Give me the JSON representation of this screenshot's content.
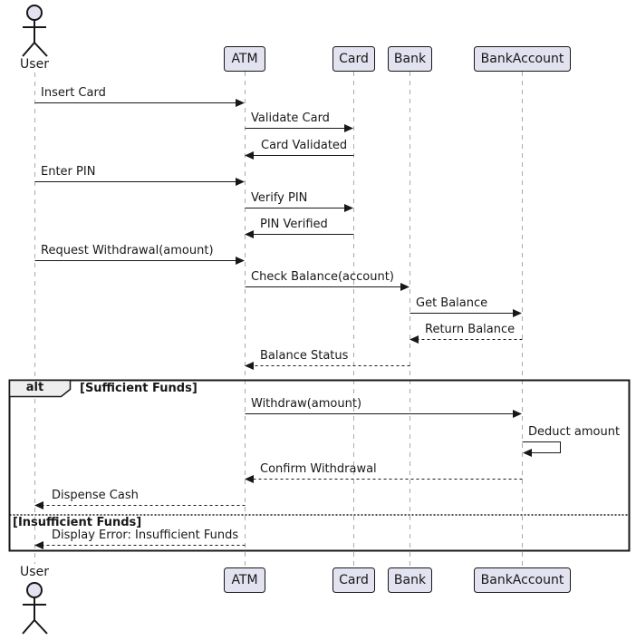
{
  "diagram": {
    "type": "uml-sequence",
    "participants": [
      {
        "name": "User",
        "kind": "actor"
      },
      {
        "name": "ATM",
        "kind": "participant"
      },
      {
        "name": "Card",
        "kind": "participant"
      },
      {
        "name": "Bank",
        "kind": "participant"
      },
      {
        "name": "BankAccount",
        "kind": "participant"
      }
    ],
    "messages": [
      {
        "from": "User",
        "to": "ATM",
        "label": "Insert Card",
        "line": "solid"
      },
      {
        "from": "ATM",
        "to": "Card",
        "label": "Validate Card",
        "line": "solid"
      },
      {
        "from": "Card",
        "to": "ATM",
        "label": "Card Validated",
        "line": "solid"
      },
      {
        "from": "User",
        "to": "ATM",
        "label": "Enter PIN",
        "line": "solid"
      },
      {
        "from": "ATM",
        "to": "Card",
        "label": "Verify PIN",
        "line": "solid"
      },
      {
        "from": "Card",
        "to": "ATM",
        "label": "PIN Verified",
        "line": "solid"
      },
      {
        "from": "User",
        "to": "ATM",
        "label": "Request Withdrawal(amount)",
        "line": "solid"
      },
      {
        "from": "ATM",
        "to": "Bank",
        "label": "Check Balance(account)",
        "line": "solid"
      },
      {
        "from": "Bank",
        "to": "BankAccount",
        "label": "Get Balance",
        "line": "solid"
      },
      {
        "from": "BankAccount",
        "to": "Bank",
        "label": "Return Balance",
        "line": "dashed"
      },
      {
        "from": "Bank",
        "to": "ATM",
        "label": "Balance Status",
        "line": "dashed"
      },
      {
        "from": "ATM",
        "to": "BankAccount",
        "label": "Withdraw(amount)",
        "line": "solid"
      },
      {
        "from": "BankAccount",
        "to": "BankAccount",
        "label": "Deduct amount",
        "line": "self"
      },
      {
        "from": "BankAccount",
        "to": "ATM",
        "label": "Confirm Withdrawal",
        "line": "dashed"
      },
      {
        "from": "ATM",
        "to": "User",
        "label": "Dispense Cash",
        "line": "dashed"
      },
      {
        "from": "ATM",
        "to": "User",
        "label": "Display Error: Insufficient Funds",
        "line": "dashed"
      }
    ],
    "fragment": {
      "operator": "alt",
      "branches": [
        {
          "condition": "[Sufficient Funds]"
        },
        {
          "condition": "[Insufficient Funds]"
        }
      ]
    },
    "colors": {
      "background": "#FFFFFF",
      "ink": "#181818",
      "participant_fill": "#E2E2F0",
      "participant_border": "#181818",
      "lifeline": "#A8A8A8",
      "frame_border": "#181818",
      "frame_label_fill": "#EEEEEE"
    }
  }
}
